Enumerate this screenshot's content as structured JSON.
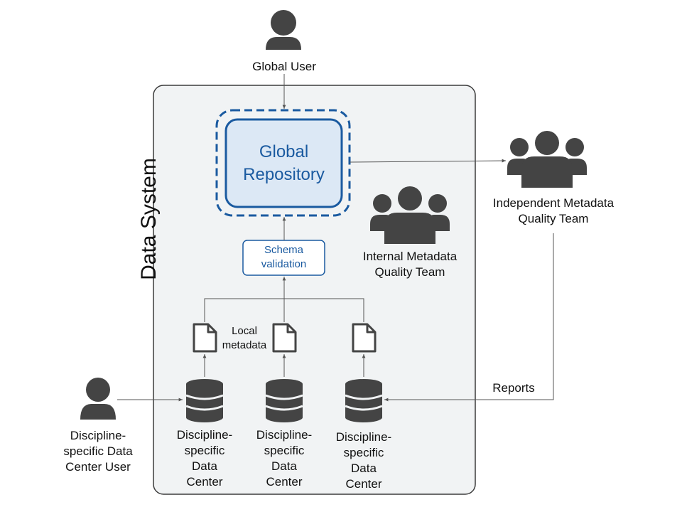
{
  "data_system": {
    "label": "Data System",
    "fill": "#f1f3f4",
    "stroke": "#3c3c3c"
  },
  "global_user": {
    "label": "Global User",
    "icon": "person-icon"
  },
  "global_repository": {
    "label": "Global\nRepository",
    "text_color": "#1a5aa0",
    "fill": "#dce8f5",
    "stroke": "#1a5aa0"
  },
  "schema_validation": {
    "label": "Schema\nvalidation"
  },
  "internal_team": {
    "label": "Internal Metadata\nQuality Team",
    "icon": "group-icon"
  },
  "independent_team": {
    "label": "Independent Metadata\nQuality Team",
    "icon": "group-icon"
  },
  "local_metadata": {
    "label": "Local\nmetadata",
    "icon": "document-icon"
  },
  "data_centers": [
    {
      "label": "Discipline-\nspecific\nData\nCenter",
      "icon": "database-icon"
    },
    {
      "label": "Discipline-\nspecific\nData\nCenter",
      "icon": "database-icon"
    },
    {
      "label": "Discipline-\nspecific\nData\nCenter",
      "icon": "database-icon"
    }
  ],
  "dc_user": {
    "label": "Discipline-\nspecific Data\nCenter User",
    "icon": "person-icon"
  },
  "reports": {
    "label": "Reports"
  },
  "colors": {
    "icon": "#444444",
    "arrow": "#555555"
  }
}
